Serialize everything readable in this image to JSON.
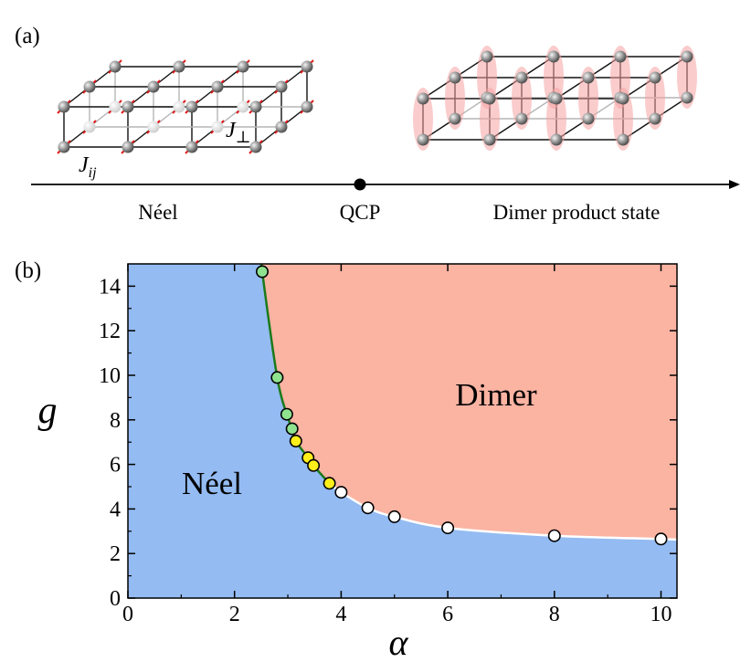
{
  "panel_a": {
    "label": "(a)",
    "coupling_ij": "J",
    "coupling_ij_sub": "ij",
    "coupling_perp": "J",
    "coupling_perp_sub": "⊥",
    "axis_labels": [
      "Néel",
      "QCP",
      "Dimer product state"
    ]
  },
  "panel_b": {
    "label": "(b)"
  },
  "chart_data": {
    "type": "scatter",
    "title": "",
    "xlabel": "α",
    "ylabel": "g",
    "xlim": [
      0,
      10.3
    ],
    "ylim": [
      0,
      15
    ],
    "x_ticks": [
      0,
      2,
      4,
      6,
      8,
      10
    ],
    "y_ticks": [
      0,
      2,
      4,
      6,
      8,
      10,
      12,
      14
    ],
    "region_labels": [
      "Néel",
      "Dimer"
    ],
    "colors": {
      "neel_region": "#94bbf2",
      "dimer_region": "#fbb3a2",
      "green_line": "#1b7a1b",
      "boundary_line": "#ffffff"
    },
    "series": [
      {
        "marker": "green",
        "color": "#8fe38f",
        "points": [
          [
            2.52,
            14.65
          ],
          [
            2.8,
            9.9
          ],
          [
            2.98,
            8.25
          ],
          [
            3.08,
            7.6
          ]
        ]
      },
      {
        "marker": "yellow",
        "color": "#ffee1a",
        "points": [
          [
            3.15,
            7.05
          ],
          [
            3.38,
            6.3
          ],
          [
            3.48,
            5.95
          ],
          [
            3.78,
            5.15
          ]
        ]
      },
      {
        "marker": "white",
        "color": "#ffffff",
        "points": [
          [
            4.0,
            4.75
          ],
          [
            4.5,
            4.05
          ],
          [
            5.0,
            3.65
          ],
          [
            6.0,
            3.15
          ],
          [
            8.0,
            2.8
          ],
          [
            10.0,
            2.65
          ]
        ]
      }
    ]
  }
}
